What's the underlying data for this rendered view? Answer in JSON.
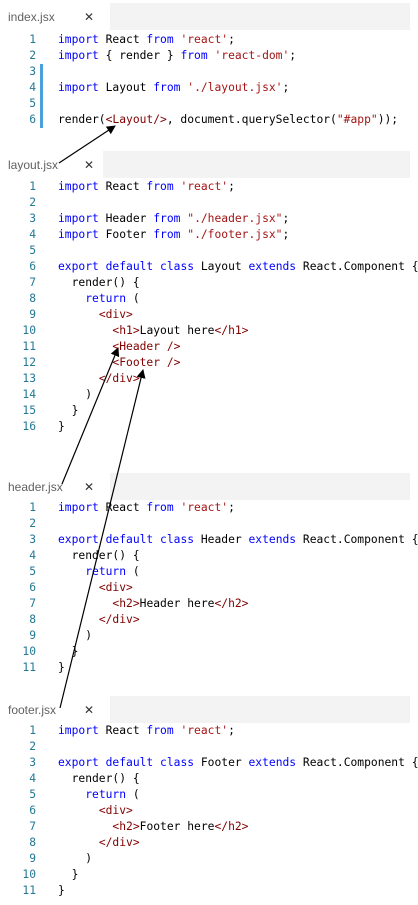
{
  "files": [
    {
      "name": "index.jsx",
      "close": "✕",
      "lines": [
        {
          "n": "1",
          "mark": false,
          "seg": [
            [
              "kw",
              "import"
            ],
            [
              "pl",
              " React "
            ],
            [
              "kw",
              "from"
            ],
            [
              "pl",
              " "
            ],
            [
              "st",
              "'react'"
            ],
            [
              "pl",
              ";"
            ]
          ]
        },
        {
          "n": "2",
          "mark": false,
          "seg": [
            [
              "kw",
              "import"
            ],
            [
              "pl",
              " { render } "
            ],
            [
              "kw",
              "from"
            ],
            [
              "pl",
              " "
            ],
            [
              "st",
              "'react-dom'"
            ],
            [
              "pl",
              ";"
            ]
          ]
        },
        {
          "n": "3",
          "mark": true,
          "seg": []
        },
        {
          "n": "4",
          "mark": true,
          "seg": [
            [
              "kw",
              "import"
            ],
            [
              "pl",
              " Layout "
            ],
            [
              "kw",
              "from"
            ],
            [
              "pl",
              " "
            ],
            [
              "st",
              "'./layout.jsx'"
            ],
            [
              "pl",
              ";"
            ]
          ]
        },
        {
          "n": "5",
          "mark": true,
          "seg": []
        },
        {
          "n": "6",
          "mark": true,
          "seg": [
            [
              "pl",
              "render("
            ],
            [
              "tg",
              "<Layout/>"
            ],
            [
              "pl",
              ", document.querySelector("
            ],
            [
              "st",
              "\"#app\""
            ],
            [
              "pl",
              "));"
            ]
          ]
        }
      ]
    },
    {
      "name": "layout.jsx",
      "close": "✕",
      "lines": [
        {
          "n": "1",
          "mark": false,
          "seg": [
            [
              "kw",
              "import"
            ],
            [
              "pl",
              " React "
            ],
            [
              "kw",
              "from"
            ],
            [
              "pl",
              " "
            ],
            [
              "st",
              "'react'"
            ],
            [
              "pl",
              ";"
            ]
          ]
        },
        {
          "n": "2",
          "mark": false,
          "seg": []
        },
        {
          "n": "3",
          "mark": false,
          "seg": [
            [
              "kw",
              "import"
            ],
            [
              "pl",
              " Header "
            ],
            [
              "kw",
              "from"
            ],
            [
              "pl",
              " "
            ],
            [
              "st",
              "\"./header.jsx\""
            ],
            [
              "pl",
              ";"
            ]
          ]
        },
        {
          "n": "4",
          "mark": false,
          "seg": [
            [
              "kw",
              "import"
            ],
            [
              "pl",
              " Footer "
            ],
            [
              "kw",
              "from"
            ],
            [
              "pl",
              " "
            ],
            [
              "st",
              "\"./footer.jsx\""
            ],
            [
              "pl",
              ";"
            ]
          ]
        },
        {
          "n": "5",
          "mark": false,
          "seg": []
        },
        {
          "n": "6",
          "mark": false,
          "seg": [
            [
              "kw",
              "export"
            ],
            [
              "pl",
              " "
            ],
            [
              "kw",
              "default"
            ],
            [
              "pl",
              " "
            ],
            [
              "kw",
              "class"
            ],
            [
              "pl",
              " Layout "
            ],
            [
              "kw",
              "extends"
            ],
            [
              "pl",
              " React.Component {"
            ]
          ]
        },
        {
          "n": "7",
          "mark": false,
          "seg": [
            [
              "pl",
              "  render() {"
            ]
          ]
        },
        {
          "n": "8",
          "mark": false,
          "seg": [
            [
              "pl",
              "    "
            ],
            [
              "kw",
              "return"
            ],
            [
              "pl",
              " ("
            ]
          ]
        },
        {
          "n": "9",
          "mark": false,
          "seg": [
            [
              "pl",
              "      "
            ],
            [
              "tg",
              "<div>"
            ]
          ]
        },
        {
          "n": "10",
          "mark": false,
          "seg": [
            [
              "pl",
              "        "
            ],
            [
              "tg",
              "<h1>"
            ],
            [
              "pl",
              "Layout here"
            ],
            [
              "tg",
              "</h1>"
            ]
          ]
        },
        {
          "n": "11",
          "mark": false,
          "seg": [
            [
              "pl",
              "        "
            ],
            [
              "tg",
              "<Header />"
            ]
          ]
        },
        {
          "n": "12",
          "mark": false,
          "seg": [
            [
              "pl",
              "        "
            ],
            [
              "tg",
              "<Footer />"
            ]
          ]
        },
        {
          "n": "13",
          "mark": false,
          "seg": [
            [
              "pl",
              "      "
            ],
            [
              "tg",
              "</div>"
            ]
          ]
        },
        {
          "n": "14",
          "mark": false,
          "seg": [
            [
              "pl",
              "    )"
            ]
          ]
        },
        {
          "n": "15",
          "mark": false,
          "seg": [
            [
              "pl",
              "  }"
            ]
          ]
        },
        {
          "n": "16",
          "mark": false,
          "seg": [
            [
              "pl",
              "}"
            ]
          ]
        }
      ]
    },
    {
      "name": "header.jsx",
      "close": "✕",
      "lines": [
        {
          "n": "1",
          "mark": false,
          "seg": [
            [
              "kw",
              "import"
            ],
            [
              "pl",
              " React "
            ],
            [
              "kw",
              "from"
            ],
            [
              "pl",
              " "
            ],
            [
              "st",
              "'react'"
            ],
            [
              "pl",
              ";"
            ]
          ]
        },
        {
          "n": "2",
          "mark": false,
          "seg": []
        },
        {
          "n": "3",
          "mark": false,
          "seg": [
            [
              "kw",
              "export"
            ],
            [
              "pl",
              " "
            ],
            [
              "kw",
              "default"
            ],
            [
              "pl",
              " "
            ],
            [
              "kw",
              "class"
            ],
            [
              "pl",
              " Header "
            ],
            [
              "kw",
              "extends"
            ],
            [
              "pl",
              " React.Component {"
            ]
          ]
        },
        {
          "n": "4",
          "mark": false,
          "seg": [
            [
              "pl",
              "  render() {"
            ]
          ]
        },
        {
          "n": "5",
          "mark": false,
          "seg": [
            [
              "pl",
              "    "
            ],
            [
              "kw",
              "return"
            ],
            [
              "pl",
              " ("
            ]
          ]
        },
        {
          "n": "6",
          "mark": false,
          "seg": [
            [
              "pl",
              "      "
            ],
            [
              "tg",
              "<div>"
            ]
          ]
        },
        {
          "n": "7",
          "mark": false,
          "seg": [
            [
              "pl",
              "        "
            ],
            [
              "tg",
              "<h2>"
            ],
            [
              "pl",
              "Header here"
            ],
            [
              "tg",
              "</h2>"
            ]
          ]
        },
        {
          "n": "8",
          "mark": false,
          "seg": [
            [
              "pl",
              "      "
            ],
            [
              "tg",
              "</div>"
            ]
          ]
        },
        {
          "n": "9",
          "mark": false,
          "seg": [
            [
              "pl",
              "    )"
            ]
          ]
        },
        {
          "n": "10",
          "mark": false,
          "seg": [
            [
              "pl",
              "  }"
            ]
          ]
        },
        {
          "n": "11",
          "mark": false,
          "seg": [
            [
              "pl",
              "}"
            ]
          ]
        }
      ]
    },
    {
      "name": "footer.jsx",
      "close": "✕",
      "lines": [
        {
          "n": "1",
          "mark": false,
          "seg": [
            [
              "kw",
              "import"
            ],
            [
              "pl",
              " React "
            ],
            [
              "kw",
              "from"
            ],
            [
              "pl",
              " "
            ],
            [
              "st",
              "'react'"
            ],
            [
              "pl",
              ";"
            ]
          ]
        },
        {
          "n": "2",
          "mark": false,
          "seg": []
        },
        {
          "n": "3",
          "mark": false,
          "seg": [
            [
              "kw",
              "export"
            ],
            [
              "pl",
              " "
            ],
            [
              "kw",
              "default"
            ],
            [
              "pl",
              " "
            ],
            [
              "kw",
              "class"
            ],
            [
              "pl",
              " Footer "
            ],
            [
              "kw",
              "extends"
            ],
            [
              "pl",
              " React.Component {"
            ]
          ]
        },
        {
          "n": "4",
          "mark": false,
          "seg": [
            [
              "pl",
              "  render() {"
            ]
          ]
        },
        {
          "n": "5",
          "mark": false,
          "seg": [
            [
              "pl",
              "    "
            ],
            [
              "kw",
              "return"
            ],
            [
              "pl",
              " ("
            ]
          ]
        },
        {
          "n": "6",
          "mark": false,
          "seg": [
            [
              "pl",
              "      "
            ],
            [
              "tg",
              "<div>"
            ]
          ]
        },
        {
          "n": "7",
          "mark": false,
          "seg": [
            [
              "pl",
              "        "
            ],
            [
              "tg",
              "<h2>"
            ],
            [
              "pl",
              "Footer here"
            ],
            [
              "tg",
              "</h2>"
            ]
          ]
        },
        {
          "n": "8",
          "mark": false,
          "seg": [
            [
              "pl",
              "      "
            ],
            [
              "tg",
              "</div>"
            ]
          ]
        },
        {
          "n": "9",
          "mark": false,
          "seg": [
            [
              "pl",
              "    )"
            ]
          ]
        },
        {
          "n": "10",
          "mark": false,
          "seg": [
            [
              "pl",
              "  }"
            ]
          ]
        },
        {
          "n": "11",
          "mark": false,
          "seg": [
            [
              "pl",
              "}"
            ]
          ]
        }
      ]
    }
  ],
  "colors": {
    "keyword": "#0000ff",
    "string": "#a31515",
    "tag": "#800000",
    "plain": "#000000",
    "line_number": "#237893",
    "modified_marker": "#4aa0d8",
    "tab_bar": "#f3f3f3",
    "arrow": "#000000"
  },
  "arrows": [
    {
      "from": "layout.jsx tab",
      "to": "index.jsx line 6 <Layout/>"
    },
    {
      "from": "header.jsx tab",
      "to": "layout.jsx line 11 <Header />"
    },
    {
      "from": "footer.jsx tab",
      "to": "layout.jsx line 12 <Footer />"
    }
  ]
}
